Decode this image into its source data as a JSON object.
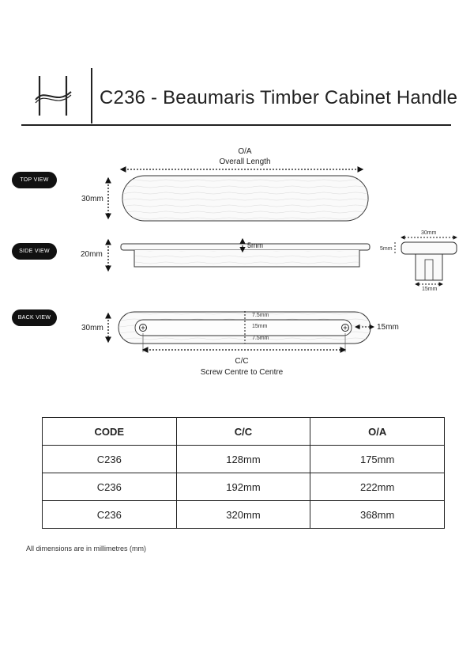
{
  "header": {
    "title": "C236 - Beaumaris Timber Cabinet Handle"
  },
  "views": {
    "top": {
      "pill": "TOP VIEW",
      "oa_label": "O/A",
      "oa_sub": "Overall Length",
      "height": "30mm"
    },
    "side": {
      "pill": "SIDE VIEW",
      "height": "20mm",
      "thickness": "5mm"
    },
    "end": {
      "width": "30mm",
      "height": "5mm",
      "base": "15mm"
    },
    "back": {
      "pill": "BACK VIEW",
      "height": "30mm",
      "top_gap": "7.5mm",
      "mid_gap": "15mm",
      "bottom_gap": "7.5mm",
      "side": "15mm",
      "cc_label": "C/C",
      "cc_sub": "Screw Centre to Centre"
    }
  },
  "table": {
    "headers": [
      "CODE",
      "C/C",
      "O/A"
    ],
    "rows": [
      [
        "C236",
        "128mm",
        "175mm"
      ],
      [
        "C236",
        "192mm",
        "222mm"
      ],
      [
        "C236",
        "320mm",
        "368mm"
      ]
    ]
  },
  "note": "All dimensions are in millimetres (mm)"
}
